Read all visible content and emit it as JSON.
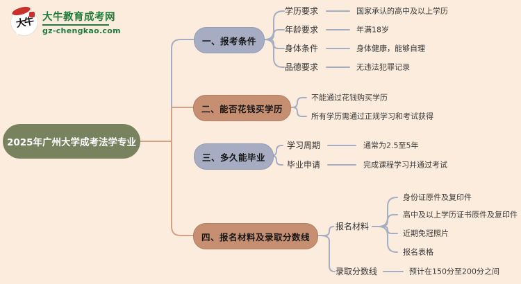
{
  "logo": {
    "icon_text": "大牛",
    "title": "大牛教育成考网",
    "domain": "gz-chengkao.com"
  },
  "root": {
    "label": "2025年广州大学成考法学专业"
  },
  "branches": [
    {
      "label": "一、报考条件",
      "color": "#a6adc2",
      "children": [
        {
          "label": "学历要求",
          "value": "国家承认的高中及以上学历"
        },
        {
          "label": "年龄要求",
          "value": "年满18岁"
        },
        {
          "label": "身体条件",
          "value": "身体健康，能够自理"
        },
        {
          "label": "品德要求",
          "value": "无违法犯罪记录"
        }
      ]
    },
    {
      "label": "二、能否花钱买学历",
      "color": "#c68f72",
      "children": [
        {
          "value": "不能通过花钱购买学历"
        },
        {
          "value": "所有学历需通过正规学习和考试获得"
        }
      ]
    },
    {
      "label": "三、多久能毕业",
      "color": "#a6adc2",
      "children": [
        {
          "label": "学习周期",
          "value": "通常为2.5至5年"
        },
        {
          "label": "毕业申请",
          "value": "完成课程学习并通过考试"
        }
      ]
    },
    {
      "label": "四、报名材料及录取分数线",
      "color": "#c68f72",
      "children": [
        {
          "label": "报名材料",
          "items": [
            "身份证原件及复印件",
            "高中及以上学历证书原件及复印件",
            "近期免冠照片",
            "报名表格"
          ]
        },
        {
          "label": "录取分数线",
          "value": "预计在150分至200分之间"
        }
      ]
    }
  ],
  "colors": {
    "background": "#fcecdd",
    "root_node": "#78825f",
    "branch_blue": "#a6adc2",
    "branch_tan": "#c68f72",
    "line_tan": "#d5a184",
    "line_blue": "#a6adc2",
    "logo_green": "#1e7b39",
    "logo_red": "#c9302c",
    "text_dark": "#333333"
  }
}
